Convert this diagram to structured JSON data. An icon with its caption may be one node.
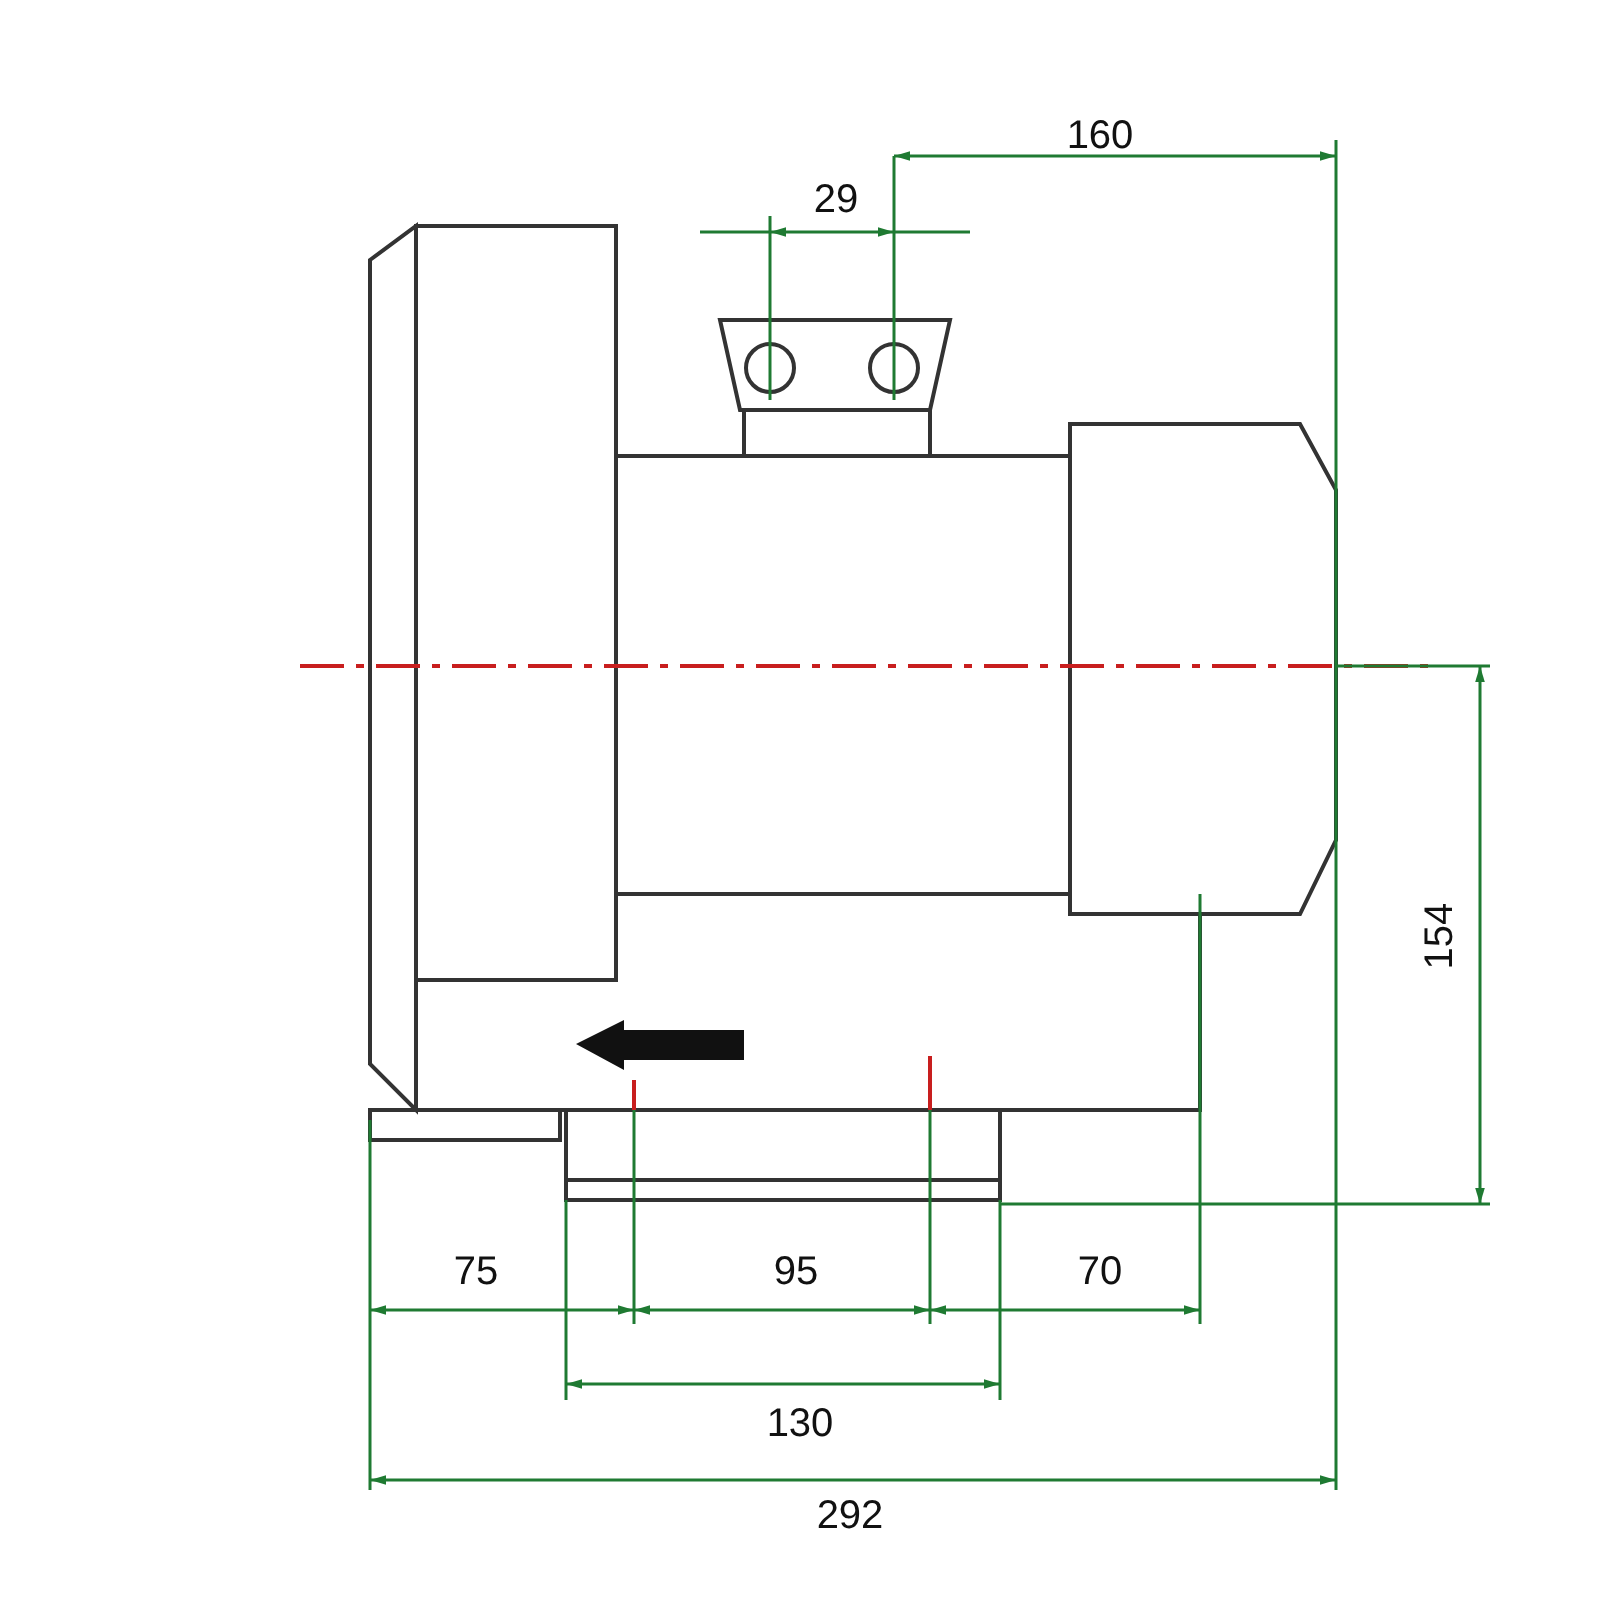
{
  "diagram": {
    "labels": [
      "160",
      "29",
      "154",
      "75",
      "95",
      "70",
      "130",
      "292"
    ]
  }
}
